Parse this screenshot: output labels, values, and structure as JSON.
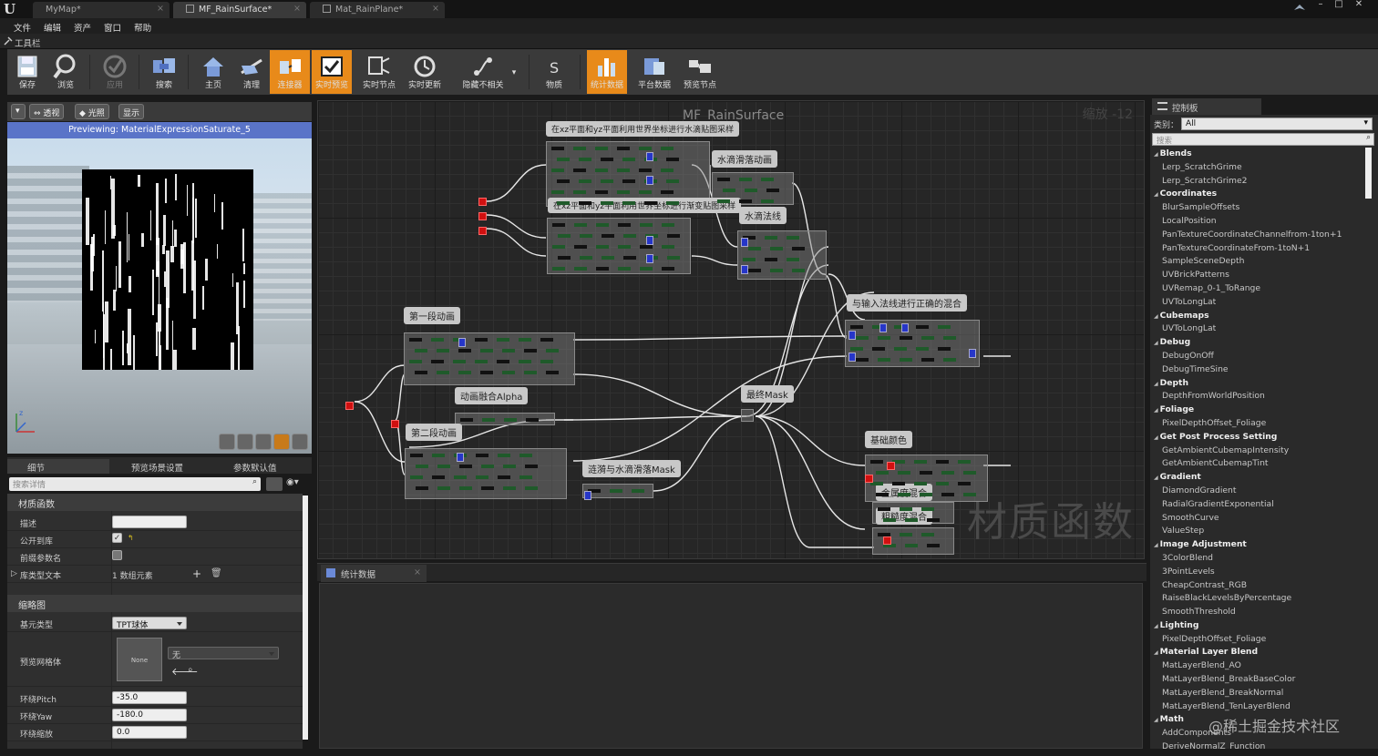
{
  "window": {
    "tabs": [
      {
        "label": "MyMap*"
      },
      {
        "label": "MF_RainSurface*"
      },
      {
        "label": "Mat_RainPlane*"
      }
    ]
  },
  "menu": [
    "文件",
    "编辑",
    "资产",
    "窗口",
    "帮助"
  ],
  "toolbar_panel_title": "工具栏",
  "toolbar": [
    {
      "label": "保存",
      "icon": "save-icon"
    },
    {
      "label": "浏览",
      "icon": "browse-icon"
    },
    {
      "label": "应用",
      "icon": "apply-icon",
      "disabled": true
    },
    {
      "label": "搜索",
      "icon": "search-icon"
    },
    {
      "label": "主页",
      "icon": "home-icon"
    },
    {
      "label": "清理",
      "icon": "clean-icon"
    },
    {
      "label": "连接器",
      "icon": "connector-icon",
      "active": true
    },
    {
      "label": "实时预览",
      "icon": "live-preview-icon",
      "active": true
    },
    {
      "label": "实时节点",
      "icon": "live-nodes-icon"
    },
    {
      "label": "实时更新",
      "icon": "live-update-icon"
    },
    {
      "label": "隐藏不相关",
      "icon": "hide-unrelated-icon"
    },
    {
      "label": "物质",
      "icon": "substance-icon"
    },
    {
      "label": "统计数据",
      "icon": "stats-icon",
      "active": true
    },
    {
      "label": "平台数据",
      "icon": "platform-stats-icon"
    },
    {
      "label": "预览节点",
      "icon": "preview-node-icon"
    }
  ],
  "viewport": {
    "buttons": [
      "透视",
      "光照",
      "显示"
    ],
    "preview_text": "Previewing: MaterialExpressionSaturate_5"
  },
  "details": {
    "tabs": [
      "细节",
      "预览场景设置",
      "参数默认值"
    ],
    "search_placeholder": "搜索详情",
    "section1": "材质函数",
    "rows1": [
      {
        "key": "描述",
        "value": ""
      },
      {
        "key": "公开到库",
        "value": "✓"
      },
      {
        "key": "前缀参数名",
        "value": ""
      },
      {
        "key": "库类型文本",
        "value": "1 数组元素"
      }
    ],
    "section2": "缩略图",
    "primitive_key": "基元类型",
    "primitive_value": "TPT球体",
    "preview_mesh_key": "预览网格体",
    "preview_mesh_thumb": "None",
    "preview_mesh_value": "无",
    "rows2": [
      {
        "key": "环绕Pitch",
        "value": "-35.0"
      },
      {
        "key": "环绕Yaw",
        "value": "-180.0"
      },
      {
        "key": "环绕缩放",
        "value": "0.0"
      }
    ]
  },
  "graph": {
    "title": "MF_RainSurface",
    "zoom": "缩放 -12",
    "watermark": "材质函数",
    "comments": [
      "在xz平面和yz平面利用世界坐标进行水滴贴图采样",
      "水滴滑落动画",
      "在xz平面和yz平面利用世界坐标进行渐变贴图采样",
      "水滴法线",
      "第一段动画",
      "与输入法线进行正确的混合",
      "动画融合Alpha",
      "最终Mask",
      "第二段动画",
      "基础颜色",
      "涟漪与水滴滑落Mask",
      "金属度混合",
      "粗糙度混合"
    ]
  },
  "stats": {
    "tab": "统计数据"
  },
  "palette": {
    "title": "控制板",
    "category_label": "类别：",
    "category_value": "All",
    "search_placeholder": "搜索",
    "items": [
      {
        "c": "Blends"
      },
      {
        "i": "Lerp_ScratchGrime"
      },
      {
        "i": "Lerp_ScratchGrime2"
      },
      {
        "c": "Coordinates"
      },
      {
        "i": "BlurSampleOffsets"
      },
      {
        "i": "LocalPosition"
      },
      {
        "i": "PanTextureCoordinateChannelfrom-1ton+1"
      },
      {
        "i": "PanTextureCoordinateFrom-1toN+1"
      },
      {
        "i": "SampleSceneDepth"
      },
      {
        "i": "UVBrickPatterns"
      },
      {
        "i": "UVRemap_0-1_ToRange"
      },
      {
        "i": "UVToLongLat"
      },
      {
        "c": "Cubemaps"
      },
      {
        "i": "UVToLongLat"
      },
      {
        "c": "Debug"
      },
      {
        "i": "DebugOnOff"
      },
      {
        "i": "DebugTimeSine"
      },
      {
        "c": "Depth"
      },
      {
        "i": "DepthFromWorldPosition"
      },
      {
        "c": "Foliage"
      },
      {
        "i": "PixelDepthOffset_Foliage"
      },
      {
        "c": "Get Post Process Setting"
      },
      {
        "i": "GetAmbientCubemapIntensity"
      },
      {
        "i": "GetAmbientCubemapTint"
      },
      {
        "c": "Gradient"
      },
      {
        "i": "DiamondGradient"
      },
      {
        "i": "RadialGradientExponential"
      },
      {
        "i": "SmoothCurve"
      },
      {
        "i": "ValueStep"
      },
      {
        "c": "Image Adjustment"
      },
      {
        "i": "3ColorBlend"
      },
      {
        "i": "3PointLevels"
      },
      {
        "i": "CheapContrast_RGB"
      },
      {
        "i": "RaiseBlackLevelsByPercentage"
      },
      {
        "i": "SmoothThreshold"
      },
      {
        "c": "Lighting"
      },
      {
        "i": "PixelDepthOffset_Foliage"
      },
      {
        "c": "Material Layer Blend"
      },
      {
        "i": "MatLayerBlend_AO"
      },
      {
        "i": "MatLayerBlend_BreakBaseColor"
      },
      {
        "i": "MatLayerBlend_BreakNormal"
      },
      {
        "i": "MatLayerBlend_TenLayerBlend"
      },
      {
        "c": "Math"
      },
      {
        "i": "AddComponents"
      },
      {
        "i": "DeriveNormalZ_Function"
      }
    ],
    "watermark": "@稀土掘金技术社区"
  }
}
